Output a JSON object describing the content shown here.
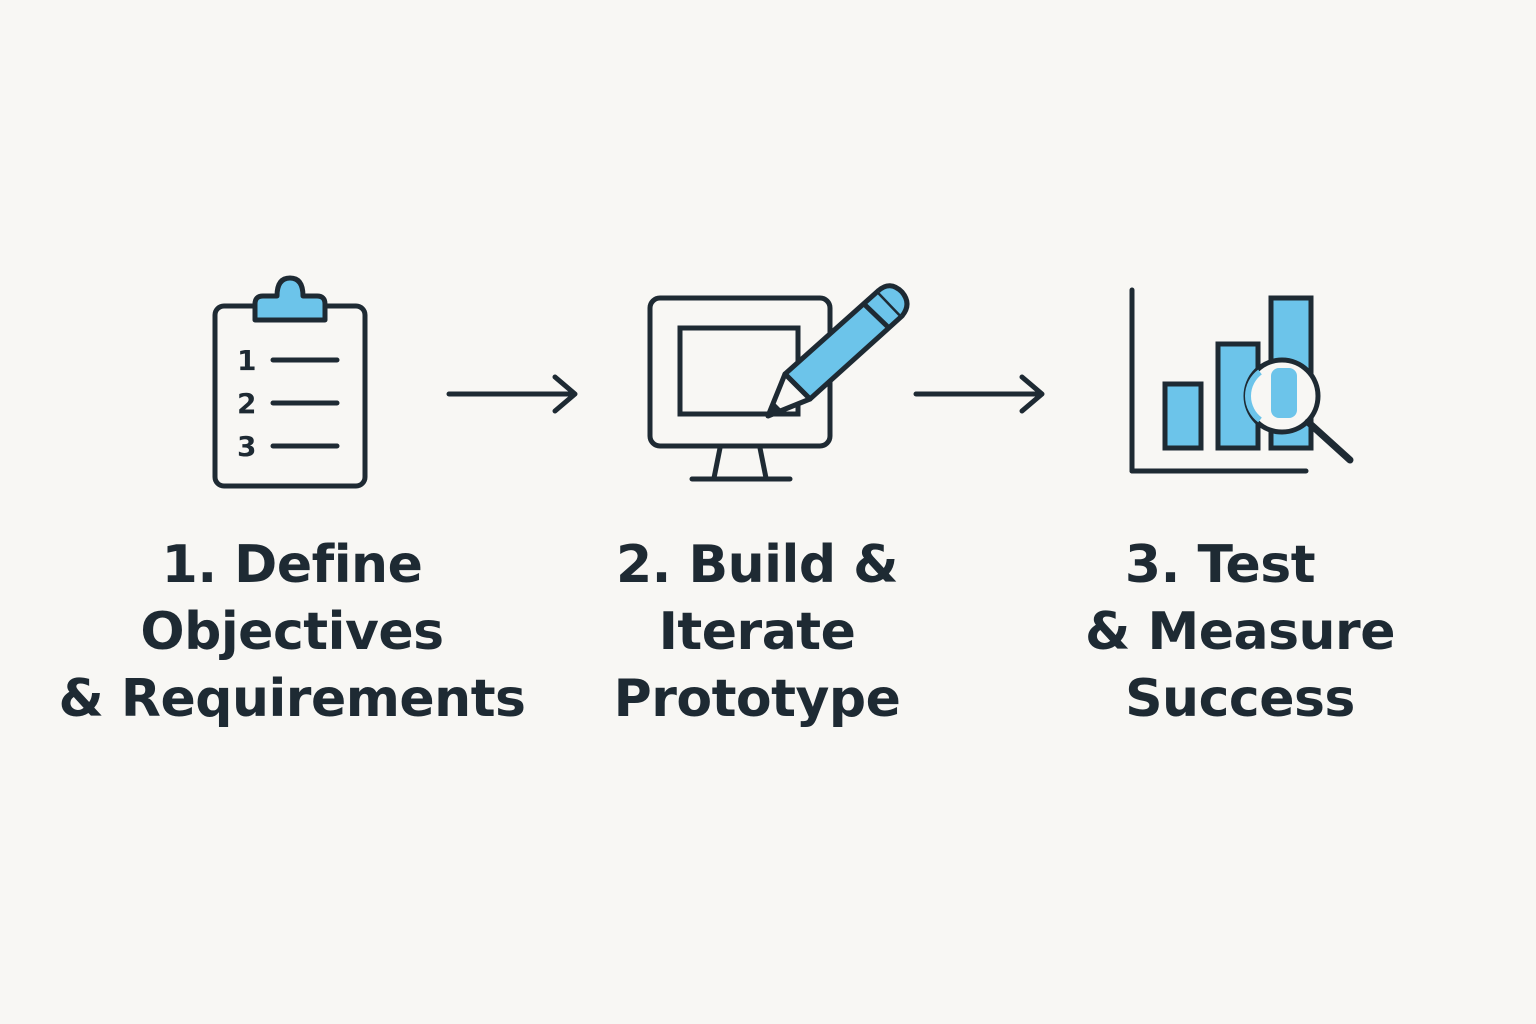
{
  "steps": [
    {
      "icon": "clipboard-checklist-icon",
      "list_numbers": [
        "1",
        "2",
        "3"
      ],
      "lines": [
        "1. Define",
        "Objectives",
        "& Requirements"
      ]
    },
    {
      "icon": "monitor-pencil-icon",
      "lines": [
        "2. Build &",
        "Iterate",
        "Prototype"
      ]
    },
    {
      "icon": "bar-chart-magnifier-icon",
      "lines": [
        "3. Test",
        "& Measure",
        "Success"
      ]
    }
  ],
  "arrows": [
    "arrow-right-icon",
    "arrow-right-icon"
  ],
  "colors": {
    "background": "#f8f7f4",
    "stroke": "#1e2a33",
    "accent": "#6cc4ea"
  }
}
